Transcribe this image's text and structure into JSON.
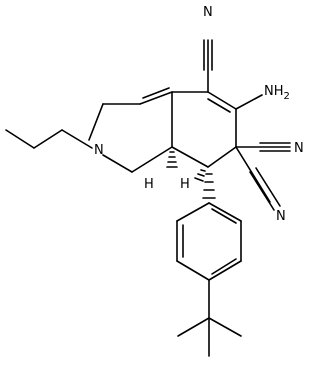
{
  "structure": {
    "atom_labels": {
      "cn_top_n": "N",
      "amino": "NH",
      "amino_subscript": "2",
      "cn_right_n": "N",
      "cn_lower_n": "N",
      "ring_n": "N",
      "h_stereo_1": "H",
      "h_stereo_2": "H"
    }
  }
}
